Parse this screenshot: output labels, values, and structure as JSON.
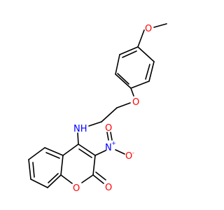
{
  "molecule": {
    "colors": {
      "bond": "#000000",
      "oxygen": "#ff0000",
      "nitrogen": "#0000ff"
    },
    "atoms": {
      "o_methoxy": "O",
      "o_ether": "O",
      "nh": "NH",
      "n_nitro": "N",
      "n_plus": "+",
      "o_nitro_top": "O",
      "o_minus": "-",
      "o_ring": "O",
      "o_carbonyl": "O"
    }
  }
}
